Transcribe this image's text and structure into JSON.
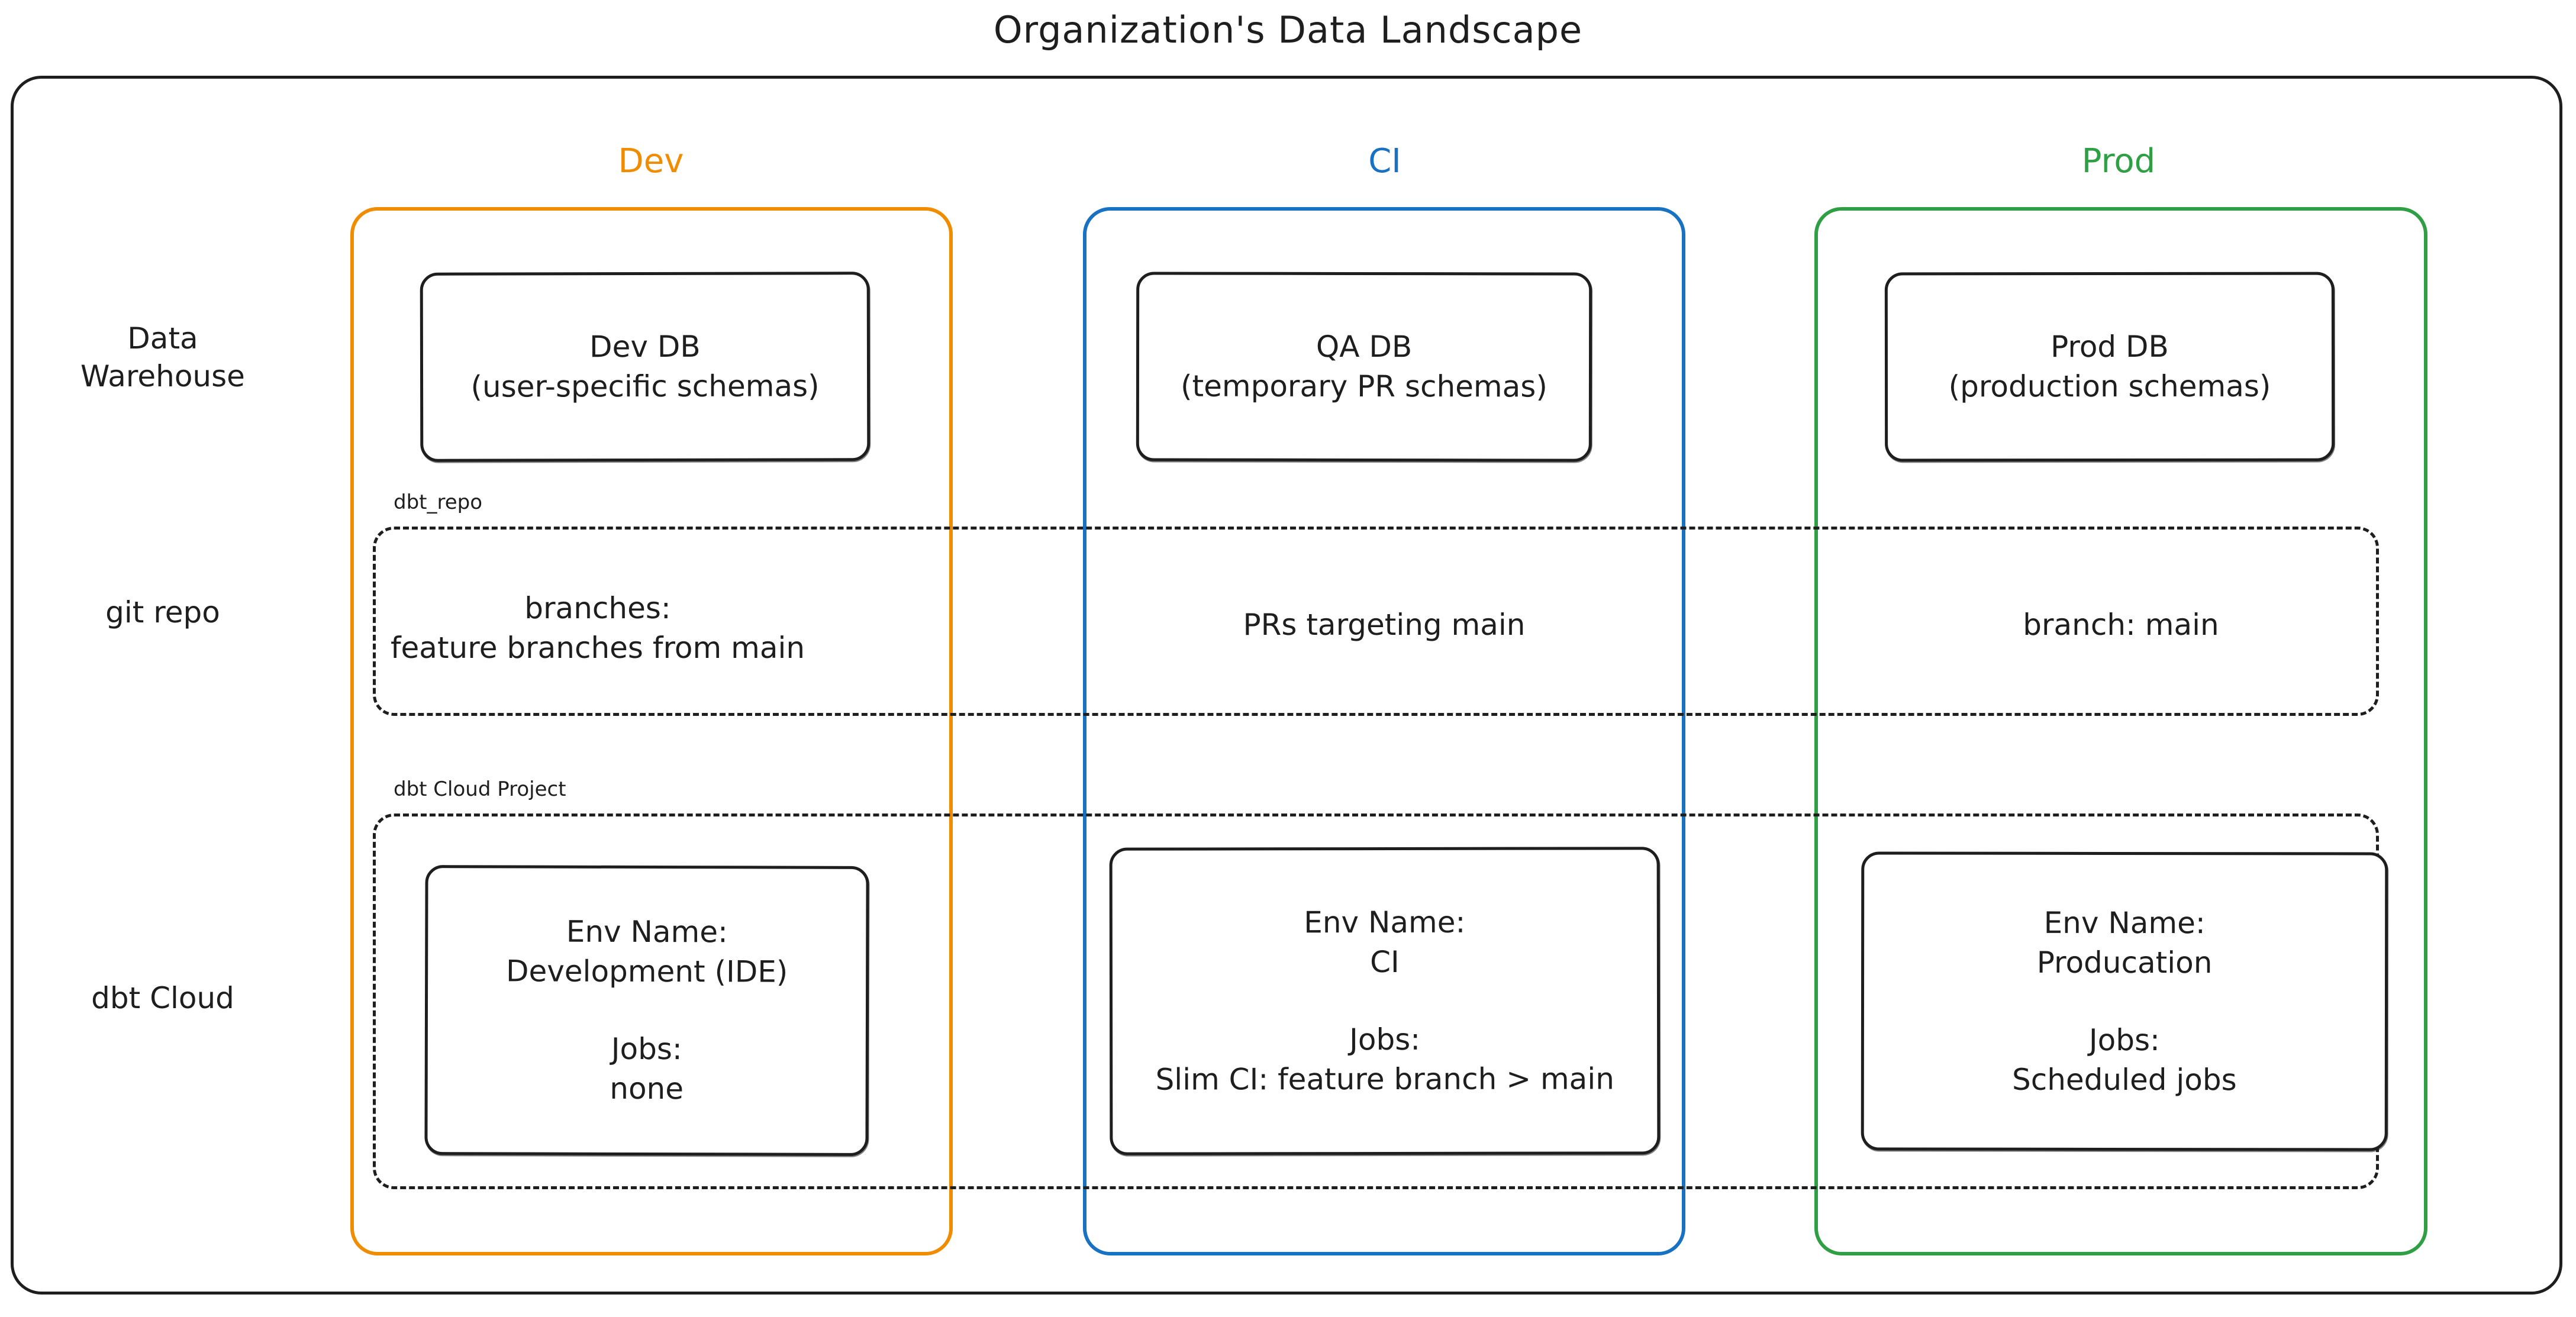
{
  "title": "Organization's Data Landscape",
  "colors": {
    "dev": "#f08c00",
    "ci": "#1971c2",
    "prod": "#2f9e44",
    "stroke": "#1e1e1e",
    "background": "#ffffff"
  },
  "columns": [
    {
      "id": "dev",
      "label": "Dev"
    },
    {
      "id": "ci",
      "label": "CI"
    },
    {
      "id": "prod",
      "label": "Prod"
    }
  ],
  "rows": [
    {
      "id": "warehouse",
      "label_line1": "Data",
      "label_line2": "Warehouse"
    },
    {
      "id": "git",
      "label_line1": "git repo",
      "label_line2": ""
    },
    {
      "id": "dbtcloud",
      "label_line1": "dbt Cloud",
      "label_line2": ""
    }
  ],
  "groups": {
    "git_repo": {
      "label": "dbt_repo"
    },
    "dbt_cloud_project": {
      "label": "dbt Cloud Project"
    }
  },
  "warehouse": {
    "dev": {
      "line1": "Dev DB",
      "line2": "(user-specific schemas)"
    },
    "ci": {
      "line1": "QA DB",
      "line2": "(temporary PR schemas)"
    },
    "prod": {
      "line1": "Prod DB",
      "line2": "(production schemas)"
    }
  },
  "git": {
    "dev": {
      "line1": "branches:",
      "line2": "feature branches from main"
    },
    "ci": {
      "line1": "PRs targeting main",
      "line2": ""
    },
    "prod": {
      "line1": "branch: main",
      "line2": ""
    }
  },
  "dbt_cloud": {
    "dev": {
      "env_label": "Env Name:",
      "env_value": "Development (IDE)",
      "jobs_label": "Jobs:",
      "jobs_value": "none"
    },
    "ci": {
      "env_label": "Env Name:",
      "env_value": "CI",
      "jobs_label": "Jobs:",
      "jobs_value": "Slim CI: feature branch > main"
    },
    "prod": {
      "env_label": "Env Name:",
      "env_value": "Producation",
      "jobs_label": "Jobs:",
      "jobs_value": "Scheduled jobs"
    }
  }
}
